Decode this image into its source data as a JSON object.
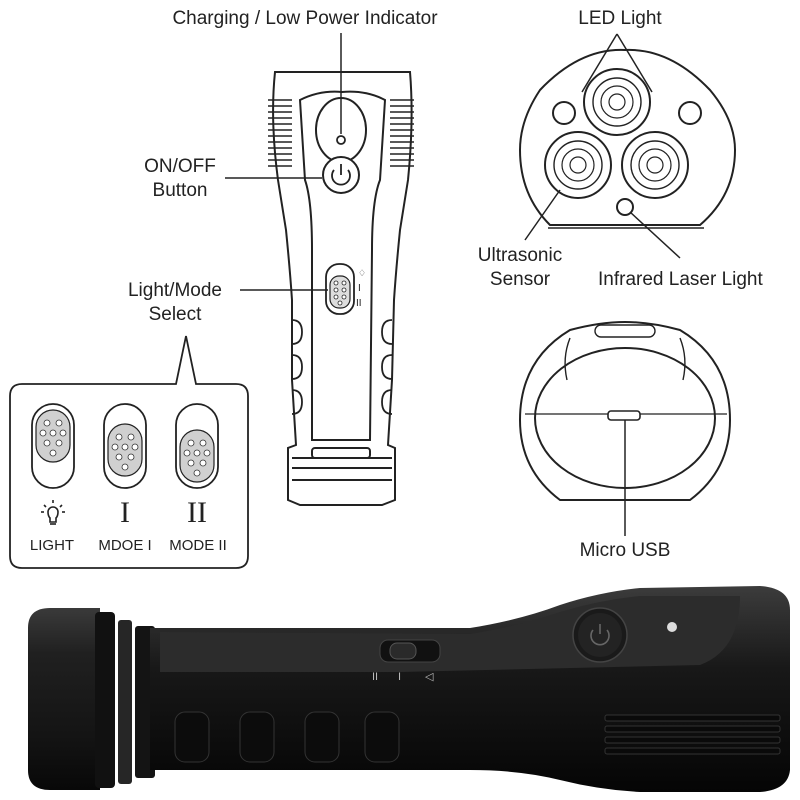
{
  "labels": {
    "charging_indicator": "Charging / Low Power Indicator",
    "led_light": "LED Light",
    "on_off_line1": "ON/OFF",
    "on_off_line2": "Button",
    "light_mode_line1": "Light/Mode",
    "light_mode_line2": "Select",
    "ultrasonic_line1": "Ultrasonic",
    "ultrasonic_line2": "Sensor",
    "infrared_laser": "Infrared Laser Light",
    "micro_usb": "Micro USB"
  },
  "modes": [
    {
      "symbol_icon": "bulb-icon",
      "symbol": "",
      "label": "LIGHT"
    },
    {
      "symbol": "I",
      "label": "MDOE I"
    },
    {
      "symbol": "II",
      "label": "MODE II"
    }
  ],
  "colors": {
    "line": "#222222",
    "body_dark": "#1c1c1c",
    "body_mid": "#2e2e2e",
    "switch_fill": "#d0d0d0"
  }
}
